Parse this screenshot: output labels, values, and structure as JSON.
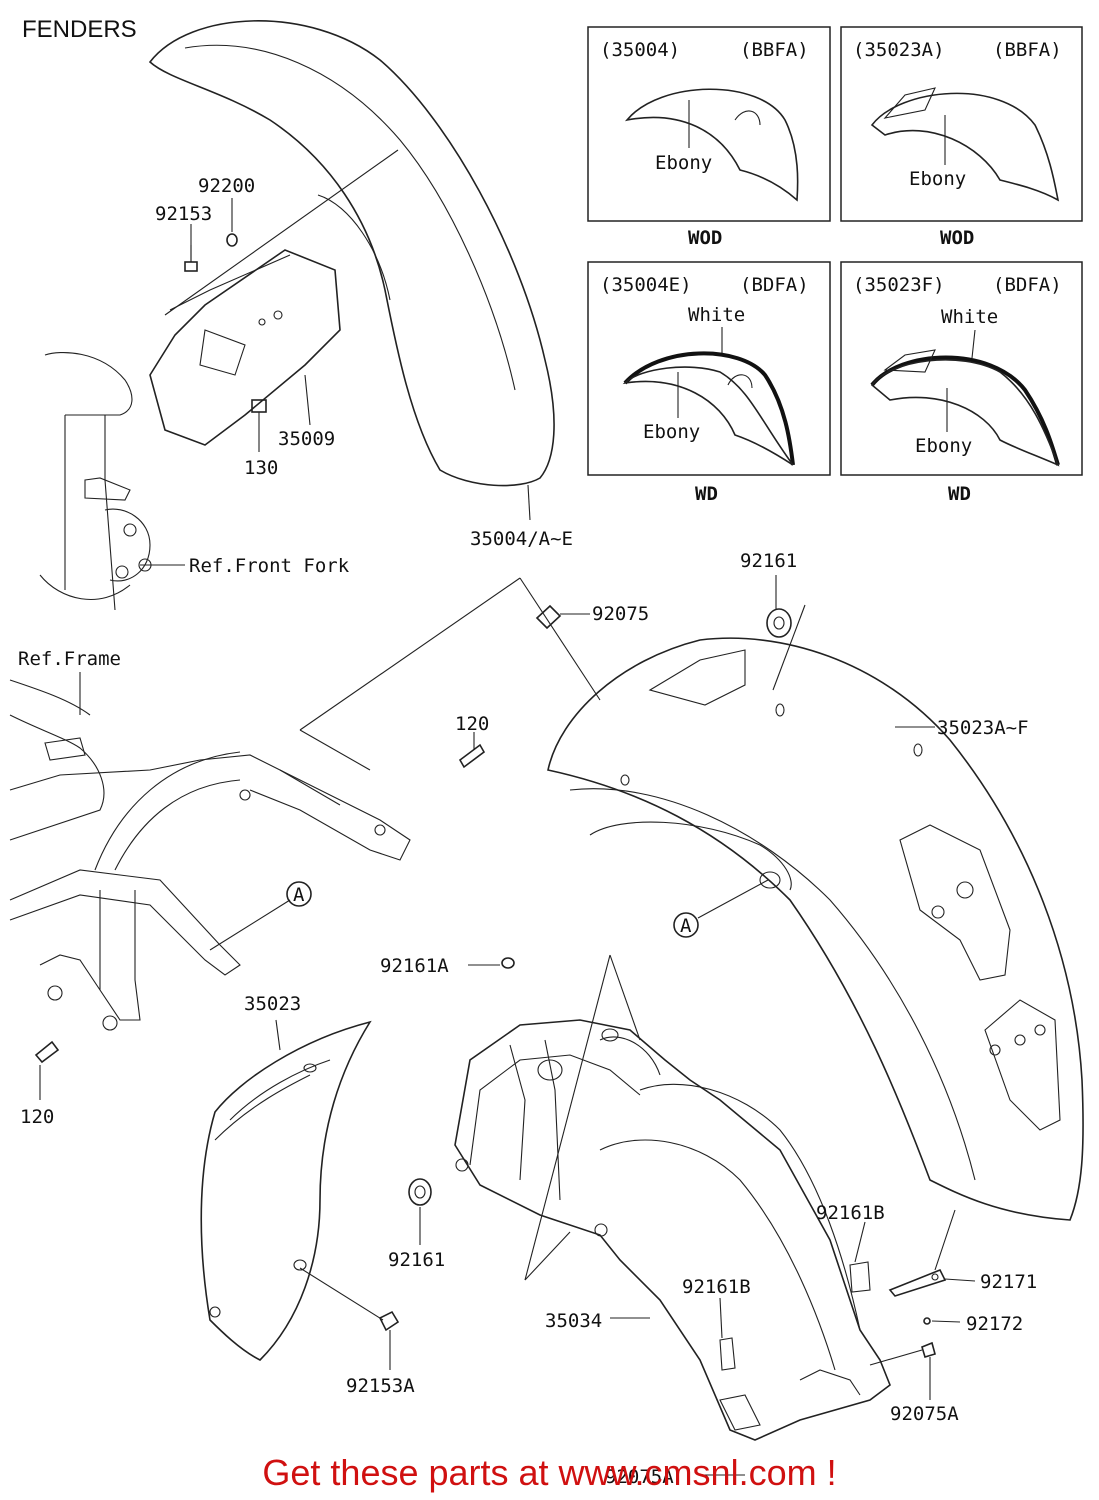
{
  "page": {
    "title": "FENDERS",
    "promo": "Get these parts at www.cmsnl.com !"
  },
  "insets": [
    {
      "code": "(35004)",
      "color_code": "(BBFA)",
      "callouts": [
        "Ebony"
      ],
      "caption": "WOD"
    },
    {
      "code": "(35023A)",
      "color_code": "(BBFA)",
      "callouts": [
        "Ebony"
      ],
      "caption": "WOD"
    },
    {
      "code": "(35004E)",
      "color_code": "(BDFA)",
      "callouts": [
        "White",
        "Ebony"
      ],
      "caption": "WD"
    },
    {
      "code": "(35023F)",
      "color_code": "(BDFA)",
      "callouts": [
        "White",
        "Ebony"
      ],
      "caption": "WD"
    }
  ],
  "labels": {
    "p92200": "92200",
    "p92153": "92153",
    "p35009": "35009",
    "p130": "130",
    "p35004": "35004/A~E",
    "ref_fork": "Ref.Front Fork",
    "p92161_top": "92161",
    "p92075_top": "92075",
    "ref_frame": "Ref.Frame",
    "p120_top": "120",
    "p35023AF": "35023A~F",
    "marker_a": "A",
    "p92161A": "92161A",
    "p35023": "35023",
    "p120_bottom": "120",
    "p92161_mid": "92161",
    "p92161B_1": "92161B",
    "p92171": "92171",
    "p92161B_2": "92161B",
    "p35034": "35034",
    "p92172": "92172",
    "p92153A": "92153A",
    "p92075A_1": "92075A",
    "p92075A_2": "92075A"
  }
}
